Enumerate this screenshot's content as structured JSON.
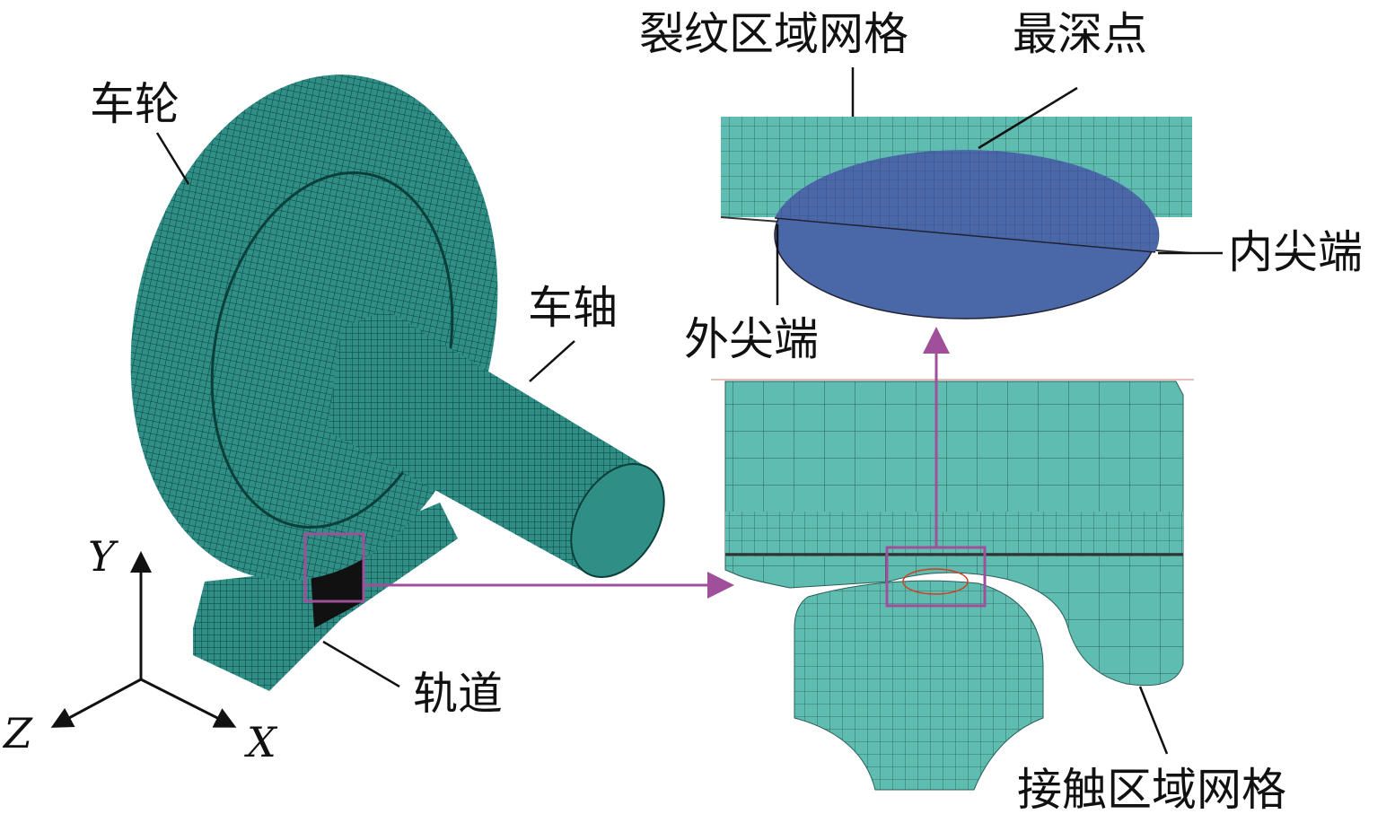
{
  "labels": {
    "wheel": "车轮",
    "axle": "车轴",
    "rail": "轨道",
    "crack_mesh": "裂纹区域网格",
    "deepest_point": "最深点",
    "inner_tip": "内尖端",
    "outer_tip": "外尖端",
    "contact_mesh": "接触区域网格"
  },
  "axes": {
    "y": "Y",
    "z": "Z",
    "x": "X"
  },
  "colors": {
    "mesh_teal": "#5fbcb0",
    "mesh_dark": "#2f8f86",
    "crack_blue": "#4a67a8",
    "highlight": "#a0509a"
  }
}
